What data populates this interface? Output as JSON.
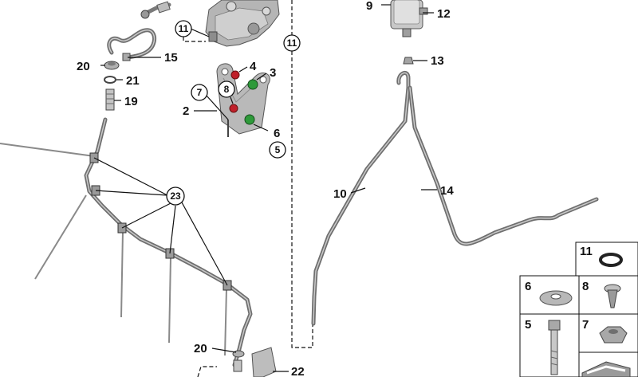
{
  "labels": {
    "l9": "9",
    "l12": "12",
    "l13": "13",
    "l15": "15",
    "l20a": "20",
    "l21": "21",
    "l19": "19",
    "l4": "4",
    "l3": "3",
    "l2": "2",
    "l6": "6",
    "l10": "10",
    "l14": "14",
    "l20b": "20",
    "l22": "22"
  },
  "circled": {
    "c11a": "11",
    "c11b": "11",
    "c7": "7",
    "c8": "8",
    "c5": "5",
    "c23": "23"
  },
  "parts_table": {
    "t11": "11",
    "t6": "6",
    "t8": "8",
    "t5": "5",
    "t7": "7"
  },
  "colors": {
    "pipe": "#6f6f6f",
    "red_clip": "#c0202a",
    "green_clip": "#2e9a3a",
    "metal": "#a8a8a8"
  }
}
